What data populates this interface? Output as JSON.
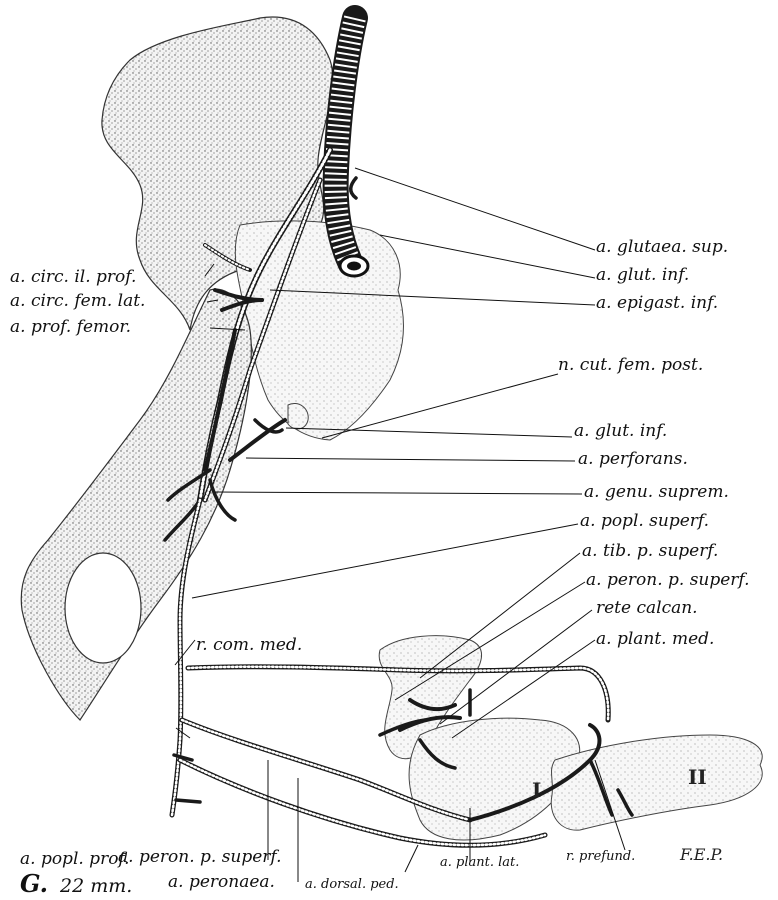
{
  "figure": {
    "caption_letter": "G.",
    "caption_size": "22 mm.",
    "signature": "F.E.P.",
    "digit_labels": [
      "I",
      "II"
    ]
  },
  "labels_right": [
    "a. glutaea. sup.",
    "a. glut. inf.",
    "a. epigast. inf.",
    "n. cut. fem. post.",
    "a. glut. inf.",
    "a. perforans.",
    "a. genu. suprem.",
    "a. popl. superf.",
    "a. tib. p. superf.",
    "a. peron. p. superf.",
    "rete calcan.",
    "a. plant. med."
  ],
  "labels_left": [
    "a. circ. il. prof.",
    "a. circ. fem. lat.",
    "a. prof. femor."
  ],
  "labels_middle": [
    "r. com. med."
  ],
  "labels_bottom": [
    "a. popl. prof.",
    "a. peron. p. superf.",
    "a. peronaea.",
    "a. dorsal. ped.",
    "a. plant. lat.",
    "r. prefund."
  ],
  "colors": {
    "ink": "#111111",
    "bone_stipple": "#555555",
    "background": "#ffffff"
  }
}
